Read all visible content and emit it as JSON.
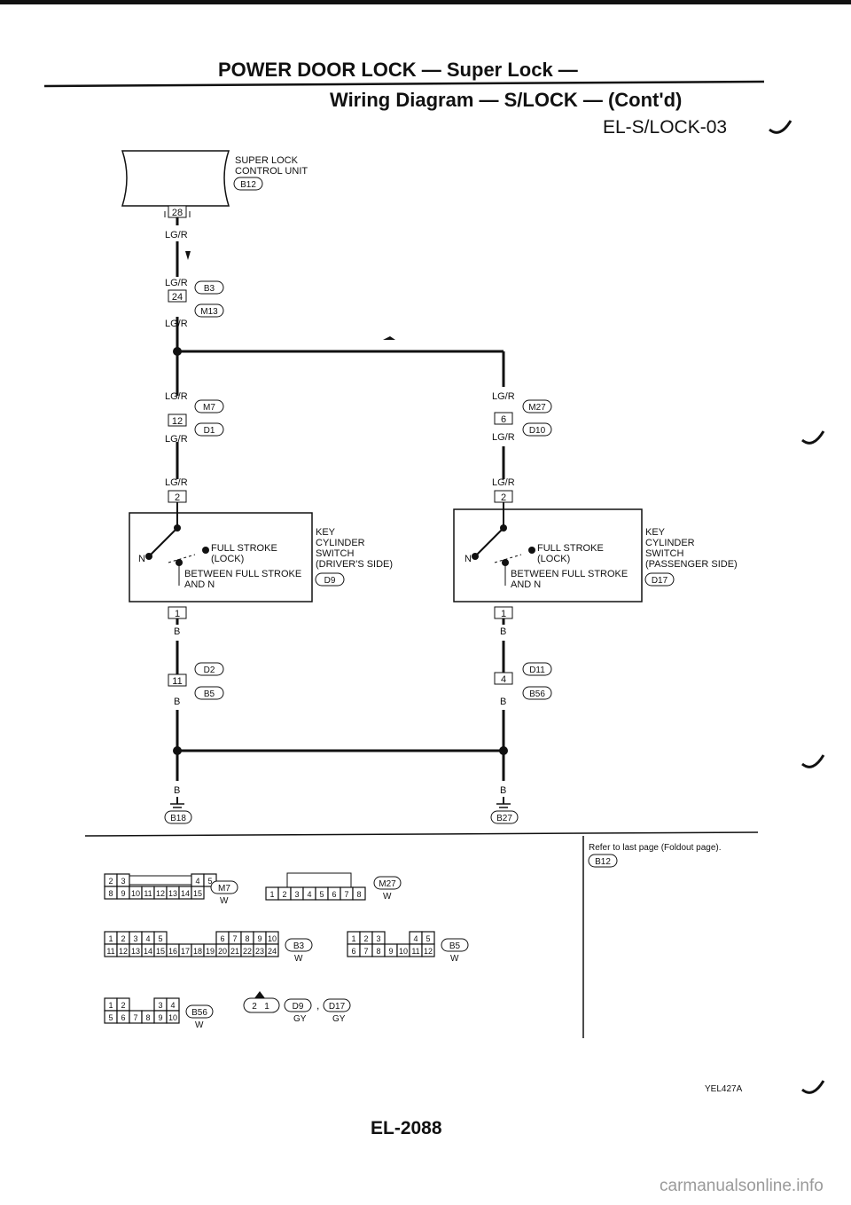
{
  "header": {
    "title_line1": "POWER DOOR LOCK — Super Lock —",
    "title_line2": "Wiring Diagram — S/LOCK — (Cont'd)",
    "diagram_code": "EL-S/LOCK-03"
  },
  "control_unit": {
    "label_line1": "SUPER LOCK",
    "label_line2": "CONTROL UNIT",
    "connector": "B12",
    "pin": "28"
  },
  "upper_wires": [
    {
      "color": "LG/R"
    },
    {
      "color": "LG/R",
      "connector_top": "B3",
      "pin": "24",
      "connector_bottom": "M13",
      "color_bottom": "LG/R"
    }
  ],
  "left_branch": {
    "top_color": "LG/R",
    "conn_top": "M7",
    "pin": "12",
    "conn_bottom": "D1",
    "bottom_color": "LG/R",
    "switch_color": "LG/R",
    "switch_pin": "2",
    "switch": {
      "pos_full": "FULL STROKE",
      "pos_full_sub": "(LOCK)",
      "pos_n": "N",
      "between_line1": "BETWEEN FULL STROKE",
      "between_line2": "AND N",
      "name_line1": "KEY",
      "name_line2": "CYLINDER",
      "name_line3": "SWITCH",
      "name_line4": "(DRIVER'S SIDE)",
      "connector": "D9"
    },
    "out_pin": "1",
    "out_color": "B",
    "conn2_top": "D2",
    "pin2": "11",
    "conn2_bottom": "B5",
    "color2": "B",
    "ground_color": "B",
    "ground": "B18"
  },
  "right_branch": {
    "top_color": "LG/R",
    "conn_top": "M27",
    "pin": "6",
    "conn_bottom": "D10",
    "bottom_color": "LG/R",
    "switch_color": "LG/R",
    "switch_pin": "2",
    "switch": {
      "pos_full": "FULL STROKE",
      "pos_full_sub": "(LOCK)",
      "pos_n": "N",
      "between_line1": "BETWEEN FULL STROKE",
      "between_line2": "AND N",
      "name_line1": "KEY",
      "name_line2": "CYLINDER",
      "name_line3": "SWITCH",
      "name_line4": "(PASSENGER SIDE)",
      "connector": "D17"
    },
    "out_pin": "1",
    "out_color": "B",
    "conn2_top": "D11",
    "pin2": "4",
    "conn2_bottom": "B56",
    "color2": "B",
    "ground_color": "B",
    "ground": "B27"
  },
  "connector_views": {
    "m7": {
      "row1": [
        "2",
        "3",
        "4",
        "5"
      ],
      "row2": [
        "8",
        "9",
        "10",
        "11",
        "12",
        "13",
        "14",
        "15"
      ],
      "id": "M7",
      "color": "W"
    },
    "m27": {
      "row1": [
        "1",
        "2",
        "3",
        "4",
        "5",
        "6",
        "7",
        "8"
      ],
      "id": "M27",
      "color": "W"
    },
    "b3": {
      "row1": [
        "1",
        "2",
        "3",
        "4",
        "5",
        "6",
        "7",
        "8",
        "9",
        "10"
      ],
      "row2": [
        "11",
        "12",
        "13",
        "14",
        "15",
        "16",
        "17",
        "18",
        "19",
        "20",
        "21",
        "22",
        "23",
        "24"
      ],
      "id": "B3",
      "color": "W"
    },
    "b5": {
      "row1": [
        "1",
        "2",
        "3",
        "4",
        "5"
      ],
      "row2": [
        "6",
        "7",
        "8",
        "9",
        "10",
        "11",
        "12"
      ],
      "id": "B5",
      "color": "W"
    },
    "b56": {
      "row1": [
        "1",
        "2",
        "3",
        "4"
      ],
      "row2": [
        "5",
        "6",
        "7",
        "8",
        "9",
        "10"
      ],
      "id": "B56",
      "color": "W"
    },
    "d9": {
      "pins": [
        "2",
        "1"
      ],
      "id1": "D9",
      "sep": ",",
      "id2": "D17",
      "color1": "GY",
      "color2": "GY"
    }
  },
  "refer_note": {
    "text": "Refer to last page (Foldout page).",
    "connector": "B12"
  },
  "figure_code": "YEL427A",
  "page_number": "EL-2088",
  "watermark": "carmanualsonline.info"
}
